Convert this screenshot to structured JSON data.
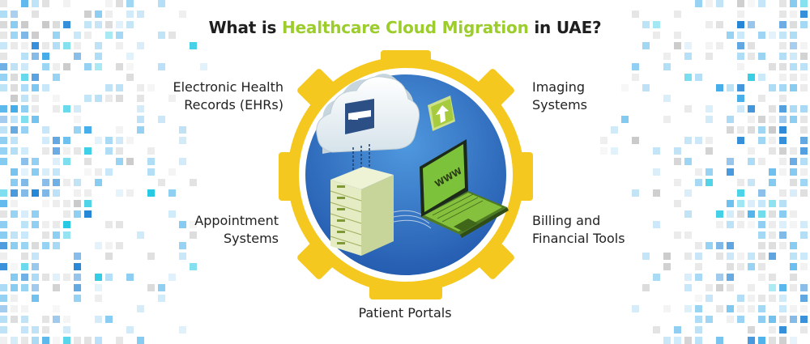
{
  "title": {
    "prefix": "What is ",
    "highlight": "Healthcare Cloud Migration",
    "suffix": " in UAE?"
  },
  "labels": {
    "ehr_line1": "Electronic Health",
    "ehr_line2": "Records (EHRs)",
    "imaging_line1": "Imaging",
    "imaging_line2": "Systems",
    "appointment_line1": "Appointment",
    "appointment_line2": "Systems",
    "billing_line1": "Billing and",
    "billing_line2": "Financial Tools",
    "portals": "Patient Portals"
  },
  "illustration": {
    "laptop_screen_text": "WWW"
  },
  "colors": {
    "accent_green": "#9ccd2c",
    "gear_yellow": "#f4c81f",
    "circle_blue": "#2f6fc1",
    "laptop_green": "#86c13e"
  },
  "icons": [
    "cloud-icon",
    "folder-icon",
    "upload-arrow-icon",
    "server-icon",
    "laptop-icon"
  ]
}
